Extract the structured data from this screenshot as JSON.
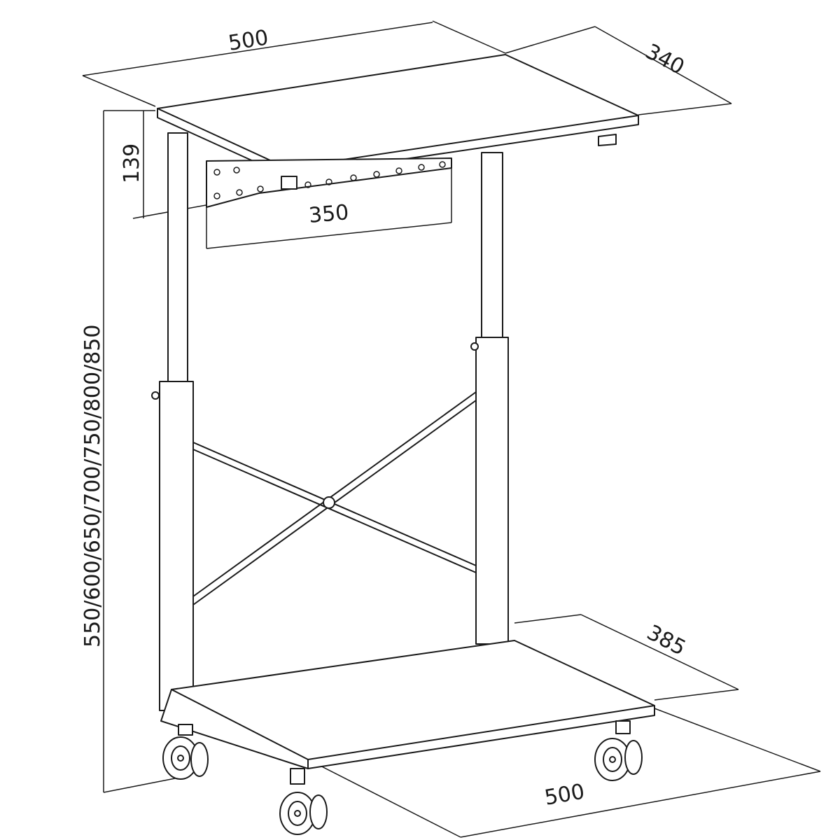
{
  "dimensions": {
    "top_width": "500",
    "top_depth": "340",
    "bracket_height": "139",
    "bracket_width": "350",
    "height_range": "550/600/650/700/750/800/850",
    "shelf_depth": "385",
    "shelf_width": "500"
  }
}
